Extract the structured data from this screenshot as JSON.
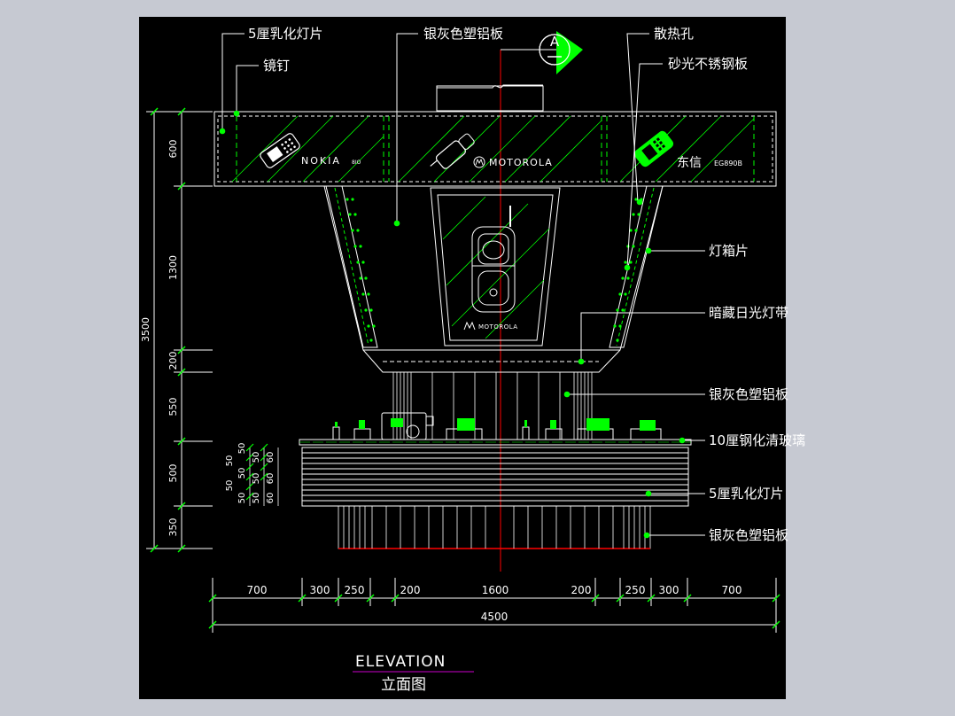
{
  "colors": {
    "page_bg": "#c6c9d2",
    "canvas_bg": "#000000",
    "line_white": "#ffffff",
    "line_green": "#00ff00",
    "center_red": "#ff0000",
    "title_underline": "#cc00cc"
  },
  "section_marker": {
    "letter": "A"
  },
  "callouts": {
    "left": [
      {
        "text": "5厘乳化灯片"
      },
      {
        "text": "镜钉"
      },
      {
        "text": "银灰色塑铝板"
      }
    ],
    "top_right": [
      {
        "text": "散热孔"
      },
      {
        "text": "砂光不锈钢板"
      }
    ],
    "right": [
      {
        "text": "灯箱片"
      },
      {
        "text": "暗藏日光灯带"
      },
      {
        "text": "银灰色塑铝板"
      },
      {
        "text": "10厘钢化清玻璃"
      },
      {
        "text": "5厘乳化灯片"
      },
      {
        "text": "银灰色塑铝板"
      }
    ]
  },
  "brands": {
    "nokia": "NOKIA",
    "nokia_model": "8IO",
    "motorola_sign": "MOTOROLA",
    "motorola_panel": "MOTOROLA",
    "dongxin": "东信",
    "dongxin_model": "EG890B"
  },
  "dimensions": {
    "left_segments": [
      "600",
      "1300",
      "200",
      "550",
      "500",
      "350"
    ],
    "left_total": "3500",
    "small_marks": [
      "50",
      "50",
      "50",
      "50",
      "50",
      "50",
      "50",
      "50",
      "60",
      "60",
      "60"
    ],
    "bottom_segments": [
      "700",
      "300",
      "250",
      "200",
      "1600",
      "200",
      "250",
      "300",
      "700"
    ],
    "bottom_total": "4500"
  },
  "titles": {
    "elevation": "ELEVATION",
    "elevation_cn": "立面图"
  }
}
